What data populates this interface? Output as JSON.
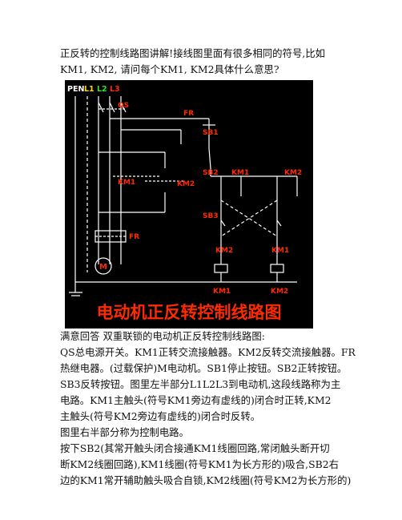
{
  "question": {
    "lines": [
      "正反转的控制线路图讲解!接线图里面有很多相同的符号,比如",
      "KM1, KM2, 请问每个KM1, KM2具体什么意思?"
    ]
  },
  "diagram": {
    "title": "电动机正反转控制线路图",
    "title_color": "#ff2a00",
    "line_color": "#ffffff",
    "label_color": "#ff2a00",
    "phase_labels": {
      "pen": "PEN",
      "l1": "L1",
      "l2": "L2",
      "l3": "L3"
    },
    "phase_colors": {
      "pen": "#ffffff",
      "l1": "#ffd700",
      "l2": "#33dd33",
      "l3": "#ff2a00"
    },
    "component_labels": {
      "qs": "QS",
      "fr_contact": "FR",
      "sb1": "SB1",
      "sb2": "SB2",
      "km1_interlock": "KM1",
      "km2_hold": "KM2",
      "sb3": "SB3",
      "km2_interlock": "KM2",
      "km1_hold": "KM1",
      "km1_main": "KM1",
      "km2_main": "KM2",
      "fr_heater": "FR",
      "motor": "M",
      "km1_coil": "KM1",
      "km2_coil": "KM2"
    }
  },
  "answer": {
    "lines": [
      "满意回答  双重联锁的电动机正反转控制线路图:",
      "QS总电源开关。KM1正转交流接触器。KM2反转交流接触器。FR",
      "热继电器。(过载保护)M电动机。SB1停止按钮。SB2正转按钮。",
      "SB3反转按钮。图里左半部分L1L2L3到电动机,这段线路称为主",
      "电路。KM1主触头(符号KM1旁边有虚线的)闭合时正转,KM2",
      "主触头(符号KM2旁边有虚线的)闭合时反转。",
      "图里右半部分称为控制电路。",
      "按下SB2(其常开触头闭合接通KM1线圈回路,常闭触头断开切",
      "断KM2线圈回路),KM1线圈(符号KM1为长方形的)吸合,SB2右",
      "边的KM1常开辅助触头吸合自锁,KM2线圈(符号KM2为长方形的)"
    ]
  }
}
